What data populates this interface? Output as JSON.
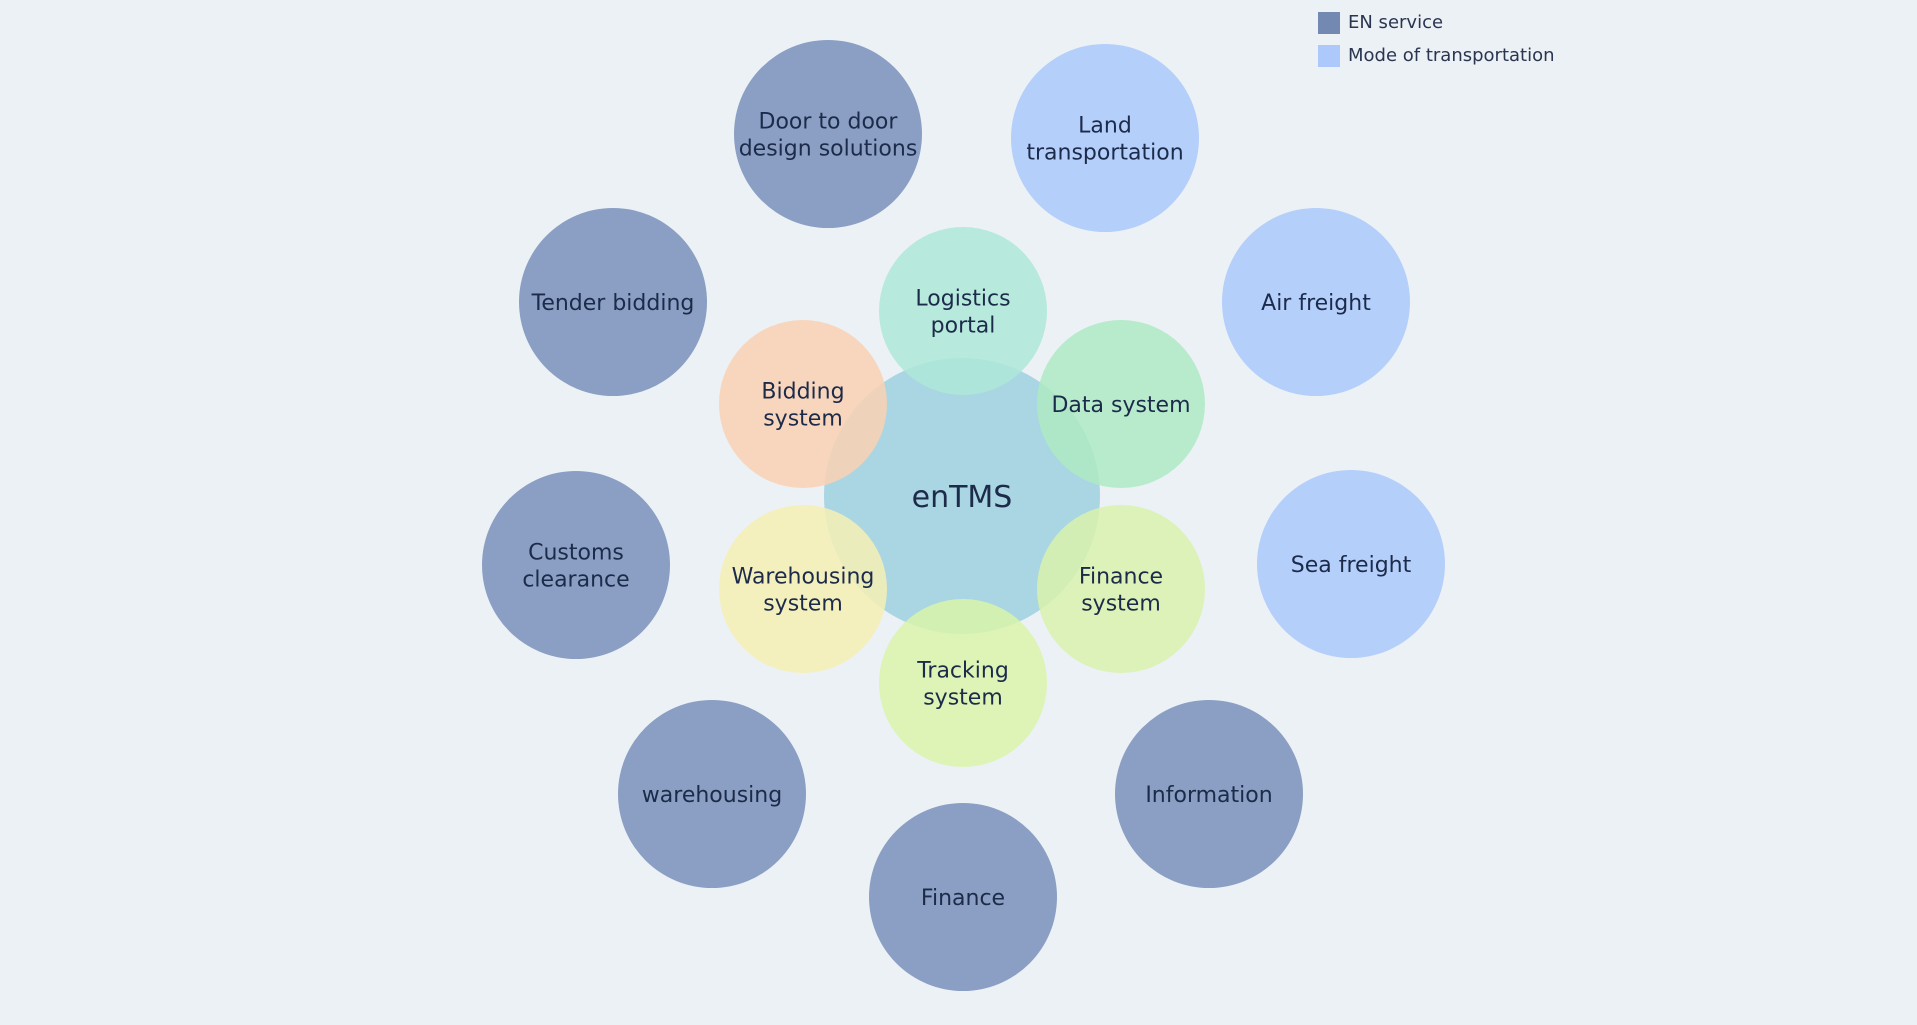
{
  "colors": {
    "background": "#ecf1f6",
    "en_service": "#8a9fc3",
    "transport": "#b5cffb",
    "legend_en_service": "#7489b2",
    "legend_transport": "#adc9fb",
    "core": "#a6d4e2",
    "logistics_portal": "#ade8d8",
    "data_system": "#aeeac4",
    "finance_system": "#d8f2ad",
    "tracking_system": "#daf4ab",
    "warehousing_system": "#f4f0b4",
    "bidding_system": "#f9d2b3",
    "text": "#1c2b4a"
  },
  "legend": [
    {
      "label": "EN service",
      "color_key": "legend_en_service"
    },
    {
      "label": "Mode of transportation",
      "color_key": "legend_transport"
    }
  ],
  "center": {
    "label": "enTMS"
  },
  "inner_nodes": [
    {
      "id": "logistics-portal",
      "lines": [
        "Logistics",
        "portal"
      ],
      "color_key": "logistics_portal"
    },
    {
      "id": "data-system",
      "lines": [
        "Data system"
      ],
      "color_key": "data_system"
    },
    {
      "id": "finance-system",
      "lines": [
        "Finance",
        "system"
      ],
      "color_key": "finance_system"
    },
    {
      "id": "tracking-system",
      "lines": [
        "Tracking",
        "system"
      ],
      "color_key": "tracking_system"
    },
    {
      "id": "warehousing-system",
      "lines": [
        "Warehousing",
        "system"
      ],
      "color_key": "warehousing_system"
    },
    {
      "id": "bidding-system",
      "lines": [
        "Bidding",
        "system"
      ],
      "color_key": "bidding_system"
    }
  ],
  "outer_nodes": [
    {
      "id": "door-to-door",
      "lines": [
        "Door to door",
        "design solutions"
      ],
      "category": "en_service"
    },
    {
      "id": "land-transportation",
      "lines": [
        "Land",
        "transportation"
      ],
      "category": "transport"
    },
    {
      "id": "air-freight",
      "lines": [
        "Air freight"
      ],
      "category": "transport"
    },
    {
      "id": "sea-freight",
      "lines": [
        "Sea freight"
      ],
      "category": "transport"
    },
    {
      "id": "information",
      "lines": [
        "Information"
      ],
      "category": "en_service"
    },
    {
      "id": "finance",
      "lines": [
        "Finance"
      ],
      "category": "en_service"
    },
    {
      "id": "warehousing",
      "lines": [
        "warehousing"
      ],
      "category": "en_service"
    },
    {
      "id": "customs-clearance",
      "lines": [
        "Customs",
        "clearance"
      ],
      "category": "en_service"
    },
    {
      "id": "tender-bidding",
      "lines": [
        "Tender bidding"
      ],
      "category": "en_service"
    }
  ]
}
